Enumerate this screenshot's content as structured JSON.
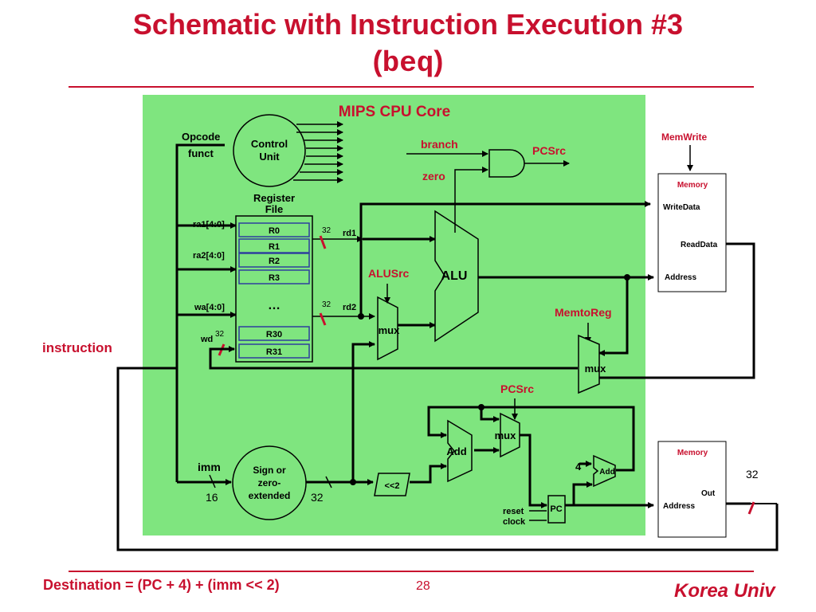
{
  "slide": {
    "title_line1": "Schematic with Instruction Execution #3",
    "title_paren_open": "(",
    "title_code": "beq",
    "title_paren_close": ")",
    "footer_formula": "Destination = (PC + 4) + (imm << 2)",
    "page_number": "28",
    "brand": "Korea Univ"
  },
  "diagram": {
    "core_label": "MIPS CPU Core",
    "control_unit_l1": "Control",
    "control_unit_l2": "Unit",
    "opcode": "Opcode",
    "funct": "funct",
    "regfile_l1": "Register",
    "regfile_l2": "File",
    "registers": [
      "R0",
      "R1",
      "R2",
      "R3",
      "R30",
      "R31"
    ],
    "dots": "…",
    "ra1": "ra1[4:0]",
    "ra2": "ra2[4:0]",
    "wa": "wa[4:0]",
    "wd": "wd",
    "w32": "32",
    "rd1": "rd1",
    "rd2": "rd2",
    "alu": "ALU",
    "alusrc": "ALUSrc",
    "mux": "mux",
    "branch": "branch",
    "zero": "zero",
    "pcsrc": "PCSrc",
    "memwrite": "MemWrite",
    "memtoreg": "MemtoReg",
    "memory": "Memory",
    "writedata": "WriteData",
    "readdata": "ReadData",
    "address": "Address",
    "out": "Out",
    "instruction": "instruction",
    "imm": "imm",
    "w16": "16",
    "signext_l1": "Sign or",
    "signext_l2": "zero-",
    "signext_l3": "extended",
    "shift": "<<2",
    "add": "Add",
    "four": "4",
    "pc": "PC",
    "reset": "reset",
    "clock": "clock"
  },
  "colors": {
    "accent_red": "#c8102e",
    "core_green": "#7fe57f",
    "register_blue": "#2e3f9e"
  }
}
